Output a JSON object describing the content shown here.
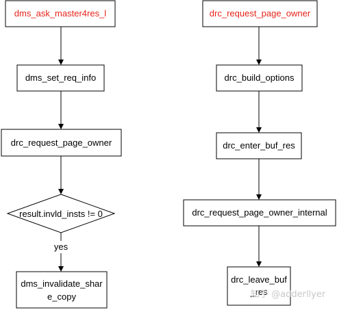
{
  "colors": {
    "highlight_text": "#e8231a",
    "default_text": "#000000",
    "watermark": "#c8c8c8"
  },
  "left_flow": {
    "start": "dms_ask_master4res_l",
    "step_set_req_info": "dms_set_req_info",
    "step_request_page_owner": "drc_request_page_owner",
    "decision": "result.invld_insts != 0",
    "edge_yes": "yes",
    "step_invalidate_line1": "dms_invalidate_shar",
    "step_invalidate_line2": "e_copy"
  },
  "right_flow": {
    "start": "drc_request_page_owner",
    "step_build_options": "drc_build_options",
    "step_enter_buf_res": "drc_enter_buf_res",
    "step_request_internal": "drc_request_page_owner_internal",
    "step_leave_line1": "drc_leave_buf",
    "step_leave_line2": "_res"
  },
  "watermark": "知乎 @adderllyer"
}
